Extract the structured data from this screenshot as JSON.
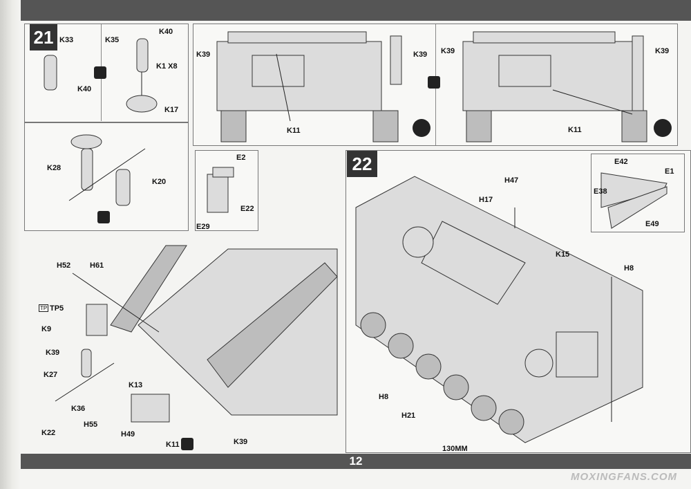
{
  "page": {
    "number": "12",
    "watermark": "MOXINGFANS.COM"
  },
  "step21": {
    "number": "21",
    "parts": [
      "K33",
      "K35",
      "K40",
      "K1 X8",
      "K40",
      "K17",
      "K28",
      "K20",
      "E2",
      "E22",
      "E29",
      "H52",
      "H61",
      "TP5",
      "K9",
      "K39",
      "K27",
      "K36",
      "K13",
      "K22",
      "H55",
      "H49",
      "K11",
      "K39"
    ],
    "rear_views": [
      {
        "labels": [
          "K39",
          "K39",
          "K11"
        ]
      },
      {
        "labels": [
          "K39",
          "K39",
          "K11"
        ]
      }
    ]
  },
  "step22": {
    "number": "22",
    "parts": [
      "H47",
      "H17",
      "K15",
      "H8",
      "H8",
      "H21",
      "130MM"
    ],
    "inset_parts": [
      "E42",
      "E1",
      "E38",
      "E49"
    ]
  },
  "colors": {
    "bars": "#555555",
    "step_box": "#333333",
    "paper": "#f4f4f2"
  }
}
